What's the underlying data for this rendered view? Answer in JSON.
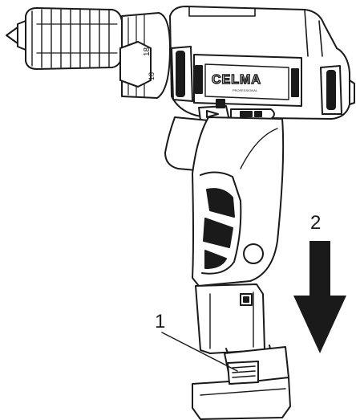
{
  "diagram": {
    "brand_logo": "CELMA",
    "brand_subtext": "PROFESSIONAL",
    "callouts": [
      {
        "id": "1",
        "text": "1",
        "target": "battery-release-button"
      },
      {
        "id": "2",
        "text": "2",
        "target": "removal-direction-arrow"
      }
    ],
    "arrow_color": "#1a1a1a",
    "line_color": "#1a1a1a",
    "fill_color": "#ffffff"
  }
}
